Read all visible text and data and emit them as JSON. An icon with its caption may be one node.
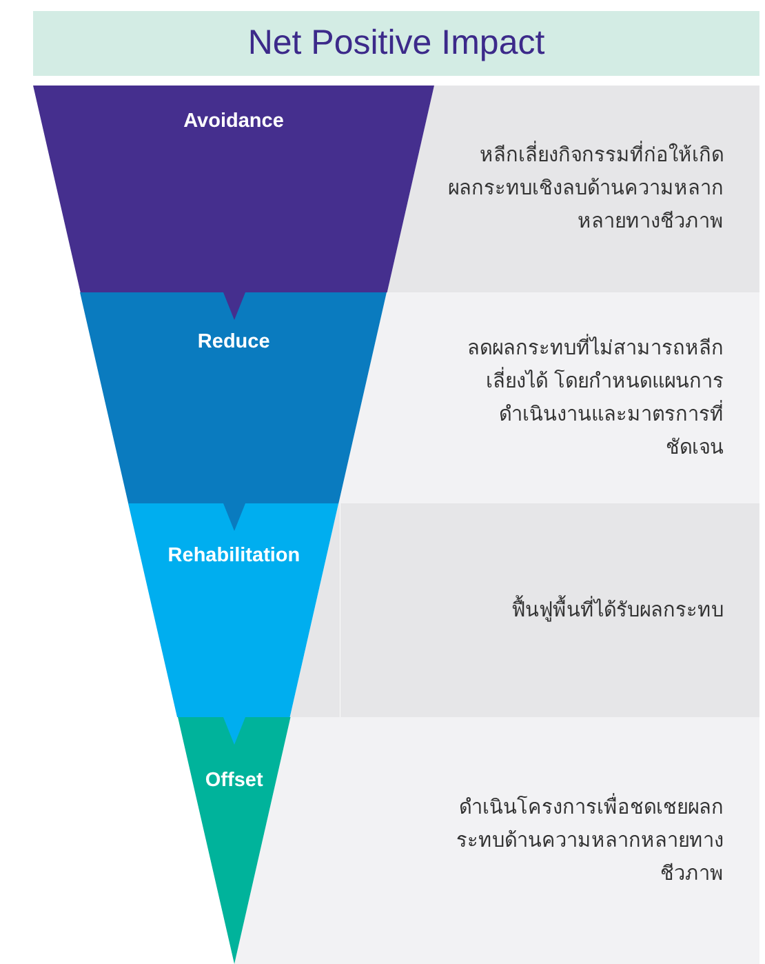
{
  "diagram": {
    "title": "Net Positive Impact",
    "nodes": [
      {
        "text": [
          "Avoidance"
        ]
      },
      {
        "text": [
          "หลีกเลี่ยงกิจกรรมที่ก่อให้เกิดผลกระทบเชิงลบด้านความหลากหลายทางชีวภาพ"
        ]
      },
      {
        "text": [
          "Reduce"
        ]
      },
      {
        "text": [
          "ลดผลกระทบที่ไม่สามารถหลีกเลี่ยงได้ โดยกำหนดแผนการดำเนินงานและมาตรการที่ชัดเจน"
        ]
      },
      {
        "text": [
          "Rehabilitation"
        ]
      },
      {
        "text": [
          "ฟื้นฟูพื้นที่ได้รับผลกระทบ"
        ]
      },
      {
        "text": [
          "Offset"
        ]
      },
      {
        "text": [
          "ดำเนินโครงการเพื่อชดเชยผลกระทบด้านความหลากหลายทางชีวภาพ"
        ]
      }
    ],
    "edges": [
      {
        "from": 0,
        "to": 2,
        "arrow": "to"
      },
      {
        "from": 2,
        "to": 4,
        "arrow": "to"
      },
      {
        "from": 4,
        "to": 6,
        "arrow": "to"
      }
    ]
  }
}
